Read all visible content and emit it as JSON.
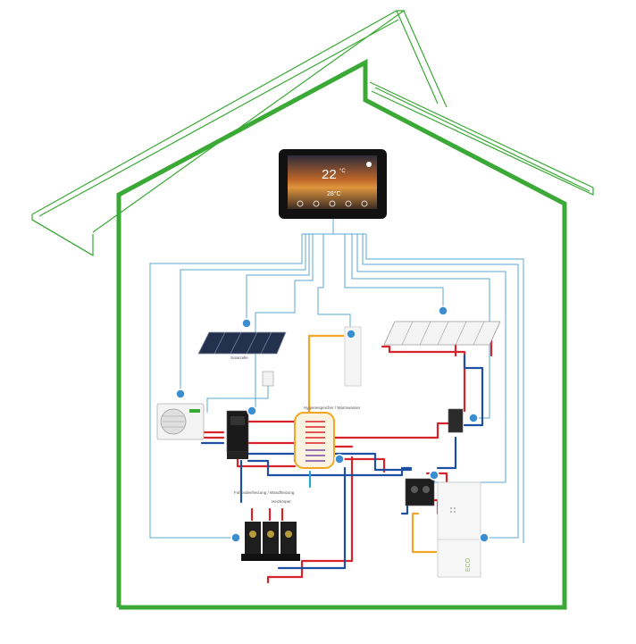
{
  "thermostat": {
    "temperature": "22",
    "temperature_unit": "°C",
    "secondary_temperature": "28°C"
  },
  "labels": {
    "solar_pv": "Solarzelle",
    "storage_tank": "Hygienespeicher / Warmwasser",
    "floor_heating": "Fußbodenheizung / Wandheizung",
    "radiators": "Heizkörper",
    "boiler_brand": "ECO"
  },
  "colors": {
    "house_outline": "#3aa935",
    "control_line": "#5aa7d6",
    "hot_pipe": "#d8232a",
    "cold_pipe": "#1f4fa3",
    "solar_pipe": "#f2a623"
  }
}
